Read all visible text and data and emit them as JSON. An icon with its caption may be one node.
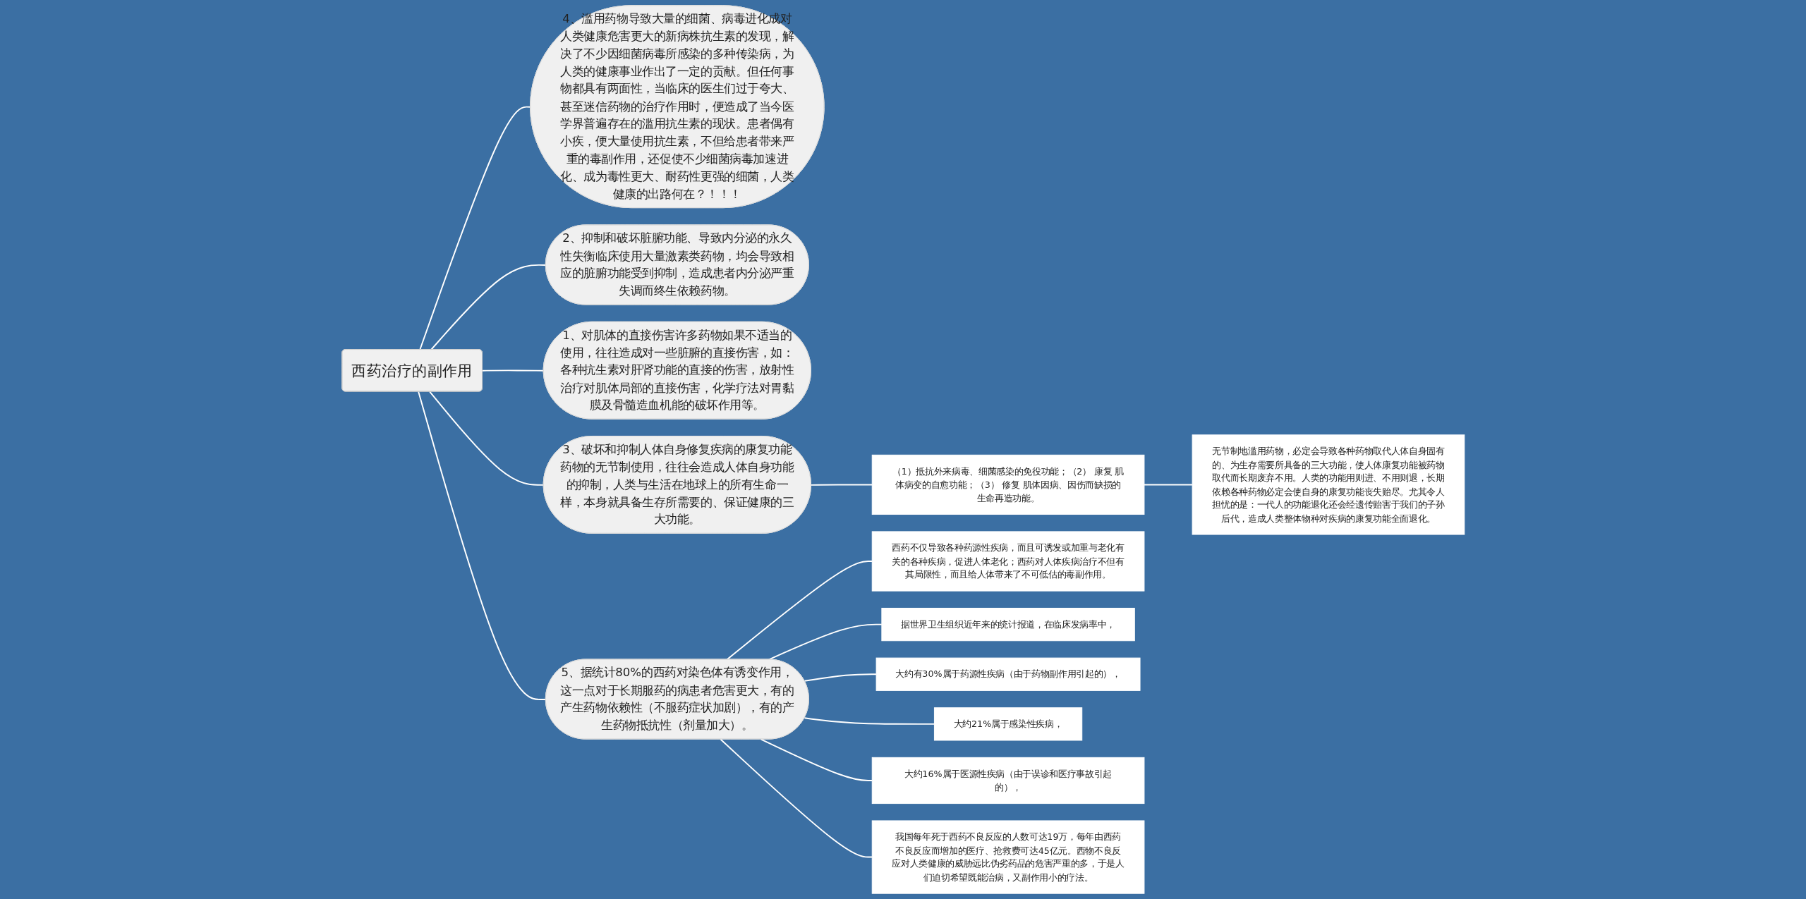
{
  "diagram": {
    "nodes": [
      {
        "text": [
          "西药治疗的副作用"
        ]
      },
      {
        "text": [
          "1、对肌体的直接伤害许多药物如果不适当的使用，往往造成对一些脏腑的直接伤害，如：各种抗生素对肝肾功能的直接的伤害，放射性治疗对肌体局部的直接伤害，化学疗法对胃黏膜及骨髓造血机能的破坏作用等。"
        ]
      },
      {
        "text": [
          "2、抑制和破坏脏腑功能、导致内分泌的永久性失衡临床使用大量激素类药物，均会导致相应的脏腑功能受到抑制，造成患者内分泌严重失调而终生依赖药物。"
        ]
      },
      {
        "text": [
          "3、破坏和抑制人体自身修复疾病的康复功能药物的无节制使用，往往会造成人体自身功能的抑制，人类与生活在地球上的所有生命一样，本身就具备生存所需要的、保证健康的三大功能。"
        ]
      },
      {
        "text": [
          "4、滥用药物导致大量的细菌、病毒进化成对人类健康危害更大的新病株抗生素的发现，解决了不少因细菌病毒所感染的多种传染病，为人类的健康事业作出了一定的贡献。但任何事物都具有两面性，当临床的医生们过于夸大、甚至迷信药物的治疗作用时，便造成了当今医学界普遍存在的滥用抗生素的现状。患者偶有小疾，便大量使用抗生素，不但给患者带来严重的毒副作用，还促使不少细菌病毒加速进化、成为毒性更大、耐药性更强的细菌，人类健康的出路何在？！！！"
        ]
      },
      {
        "text": [
          "5、据统计80%的西药对染色体有诱变作用，这一点对于长期服药的病患者危害更大，有的产生药物依赖性（不服药症状加剧），有的产生药物抵抗性（剂量加大）。"
        ]
      },
      {
        "text": [
          "（1）抵抗外来病毒、细菌感染的免役功能；（2） 康复 肌体病变的自愈功能；（3） 修复 肌体因病、因伤而缺损的生命再造功能。"
        ]
      },
      {
        "text": [
          "无节制地滥用药物，必定会导致各种药物取代人体自身固有的、为生存需要所具备的三大功能，使人体康复功能被药物取代而长期废弃不用。人类的功能用则进、不用则退，长期依赖各种药物必定会使自身的康复功能丧失贻尽。尤其令人担忧的是：一代人的功能退化还会经遗传贻害于我们的子孙后代，造成人类整体物种对疾病的康复功能全面退化。"
        ]
      },
      {
        "text": [
          "西药不仅导致各种药源性疾病，而且可诱发或加重与老化有关的各种疾病，促进人体老化；西药对人体疾病治疗不但有其局限性，而且给人体带来了不可低估的毒副作用。"
        ]
      },
      {
        "text": [
          "据世界卫生组织近年来的统计报道，在临床发病率中，"
        ]
      },
      {
        "text": [
          "大约有30%属于药源性疾病（由于药物副作用引起的），"
        ]
      },
      {
        "text": [
          "大约21%属于感染性疾病，"
        ]
      },
      {
        "text": [
          "大约16%属于医源性疾病（由于误诊和医疗事故引起的），"
        ]
      },
      {
        "text": [
          "我国每年死于西药不良反应的人数可达19万，每年由西药不良反应而增加的医疗、抢救费可达45亿元。西物不良反应对人类健康的威胁远比伪劣药品的危害严重的多，于是人们迫切希望既能治病，又副作用小的疗法。"
        ]
      }
    ],
    "edges": [
      {
        "from": 0,
        "to": 1,
        "arrow": "none"
      },
      {
        "from": 0,
        "to": 2,
        "arrow": "none"
      },
      {
        "from": 0,
        "to": 3,
        "arrow": "none"
      },
      {
        "from": 0,
        "to": 4,
        "arrow": "none"
      },
      {
        "from": 0,
        "to": 5,
        "arrow": "none"
      },
      {
        "from": 3,
        "to": 6,
        "arrow": "none"
      },
      {
        "from": 6,
        "to": 7,
        "arrow": "none"
      },
      {
        "from": 5,
        "to": 8,
        "arrow": "none"
      },
      {
        "from": 5,
        "to": 9,
        "arrow": "none"
      },
      {
        "from": 5,
        "to": 10,
        "arrow": "none"
      },
      {
        "from": 5,
        "to": 11,
        "arrow": "none"
      },
      {
        "from": 5,
        "to": 12,
        "arrow": "none"
      },
      {
        "from": 5,
        "to": 13,
        "arrow": "none"
      }
    ]
  }
}
